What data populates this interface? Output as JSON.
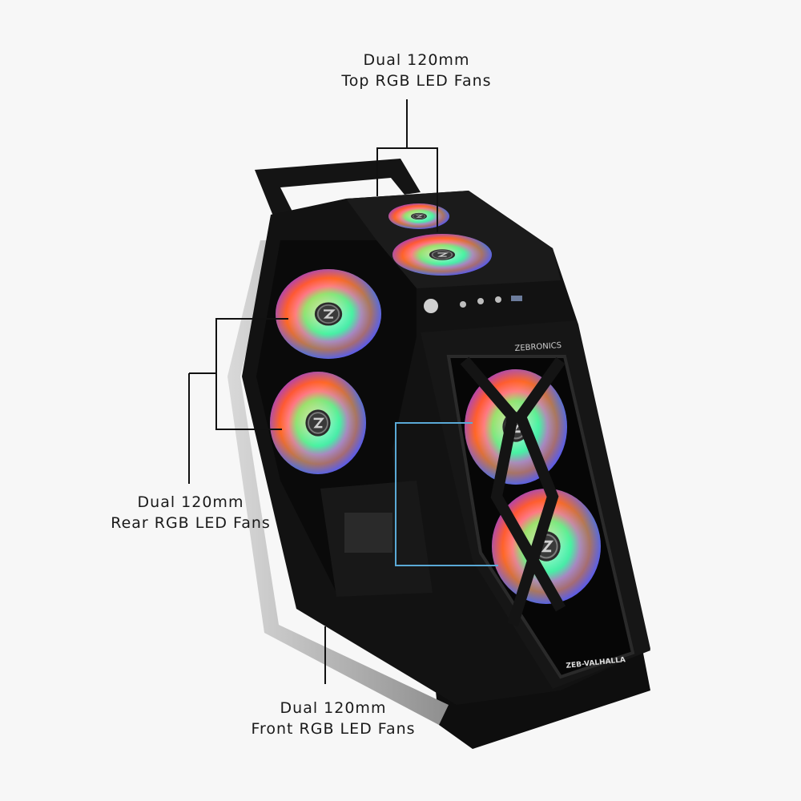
{
  "callouts": {
    "top": {
      "line1": "Dual 120mm",
      "line2": "Top RGB LED Fans"
    },
    "rear": {
      "line1": "Dual 120mm",
      "line2": "Rear RGB LED Fans"
    },
    "front": {
      "line1": "Dual 120mm",
      "line2": "Front RGB LED Fans"
    }
  },
  "case": {
    "brand": "ZEBRONICS",
    "model": "ZEB-VALHALLA"
  },
  "colors": {
    "background": "#f7f7f7",
    "case_body": "#121212",
    "leader_line": "#111111",
    "front_callout_box": "#5aa9d6"
  }
}
